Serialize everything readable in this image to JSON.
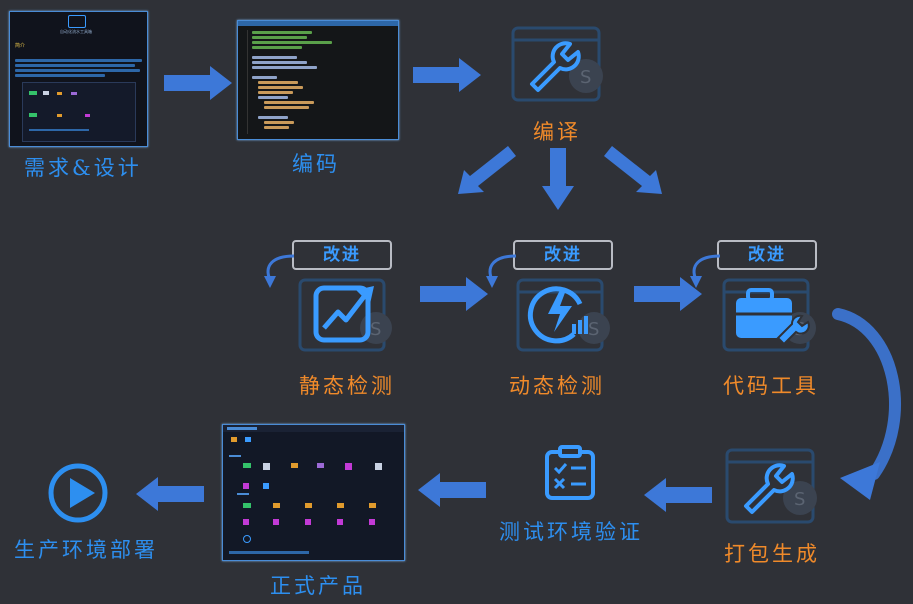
{
  "stages": {
    "requirements": "需求&设计",
    "coding": "编码",
    "compile": "编译",
    "static_check": "静态检测",
    "dynamic_check": "动态检测",
    "code_tools": "代码工具",
    "package": "打包生成",
    "test_verify": "测试环境验证",
    "release": "正式产品",
    "deploy": "生产环境部署"
  },
  "improve_label": "改进",
  "thumb_texts": {
    "doc_title": "自动化流水工具箱",
    "doc_heading": "简介"
  },
  "colors": {
    "background": "#2f3137",
    "arrow_blue": "#3d78d8",
    "label_blue": "#2d8ff0",
    "label_orange": "#f08a2a",
    "icon_dim": "#2a4a6e"
  },
  "icons": [
    "wrench-icon",
    "chart-trend-icon",
    "lightning-icon",
    "toolbox-icon",
    "checklist-icon",
    "play-icon"
  ]
}
